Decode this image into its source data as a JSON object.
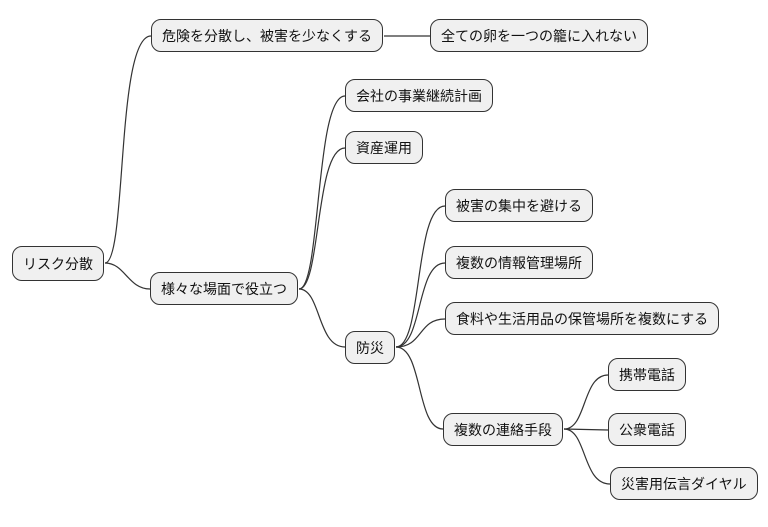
{
  "diagram": {
    "type": "mindmap",
    "direction": "left-to-right",
    "colors": {
      "background": "#ffffff",
      "node_fill": "#f0f0f0",
      "node_border": "#333333",
      "edge": "#333333",
      "text": "#111111"
    }
  },
  "nodes": [
    {
      "id": "root",
      "label": "リスク分散",
      "parent": null
    },
    {
      "id": "spread",
      "label": "危険を分散し、被害を少なくする",
      "parent": "root"
    },
    {
      "id": "eggs",
      "label": "全ての卵を一つの籠に入れない",
      "parent": "spread"
    },
    {
      "id": "bcp",
      "label": "会社の事業継続計画",
      "parent": "useful"
    },
    {
      "id": "asset",
      "label": "資産運用",
      "parent": "useful"
    },
    {
      "id": "useful",
      "label": "様々な場面で役立つ",
      "parent": "root"
    },
    {
      "id": "bousai",
      "label": "防災",
      "parent": "useful"
    },
    {
      "id": "higai",
      "label": "被害の集中を避ける",
      "parent": "bousai"
    },
    {
      "id": "jouhou",
      "label": "複数の情報管理場所",
      "parent": "bousai"
    },
    {
      "id": "shokuryou",
      "label": "食料や生活用品の保管場所を複数にする",
      "parent": "bousai"
    },
    {
      "id": "renraku",
      "label": "複数の連絡手段",
      "parent": "bousai"
    },
    {
      "id": "keitai",
      "label": "携帯電話",
      "parent": "renraku"
    },
    {
      "id": "koushuu",
      "label": "公衆電話",
      "parent": "renraku"
    },
    {
      "id": "dial",
      "label": "災害用伝言ダイヤル",
      "parent": "renraku"
    }
  ]
}
